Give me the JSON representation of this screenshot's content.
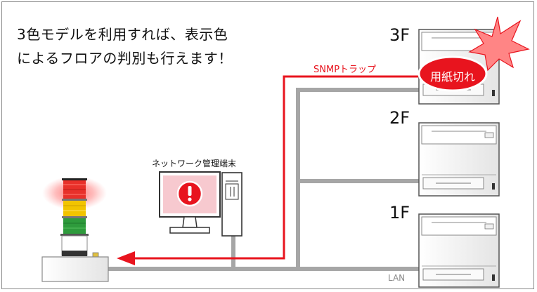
{
  "caption": {
    "line1": "3色モデルを利用すれば、表示色",
    "line2": "によるフロアの判別も行えます！"
  },
  "floors": [
    {
      "label": "3F",
      "status": "用紙切れ"
    },
    {
      "label": "2F"
    },
    {
      "label": "1F"
    }
  ],
  "snmp_label": "SNMPトラップ",
  "terminal_label": "ネットワーク管理端末",
  "network_label": "LAN",
  "colors": {
    "alert": "#e8141e",
    "lan": "#a6a6a6",
    "tower_red": "#e8302a",
    "tower_yellow": "#f2c400",
    "tower_green": "#2e9b3c",
    "screen": "#f7c9cf"
  },
  "icons": [
    "warning-icon",
    "starburst-icon",
    "printer-icon",
    "signal-tower-icon",
    "computer-icon"
  ]
}
